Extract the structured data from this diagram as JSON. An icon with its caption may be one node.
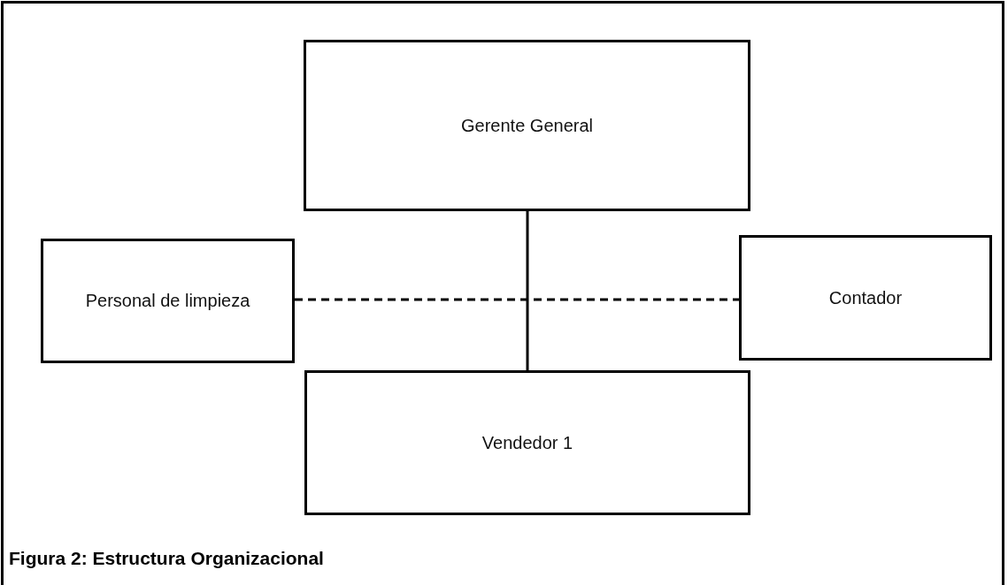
{
  "diagram": {
    "caption": "Figura 2: Estructura Organizacional",
    "nodes": [
      {
        "text": [
          "Gerente General"
        ]
      },
      {
        "text": [
          "Personal de limpieza"
        ]
      },
      {
        "text": [
          "Contador"
        ]
      },
      {
        "text": [
          "Vendedor 1"
        ]
      }
    ],
    "edges": [
      {
        "from": 0,
        "to": 3,
        "arrow": "none"
      },
      {
        "from": 1,
        "to": 2,
        "arrow": "none",
        "style": "dashed"
      }
    ]
  }
}
